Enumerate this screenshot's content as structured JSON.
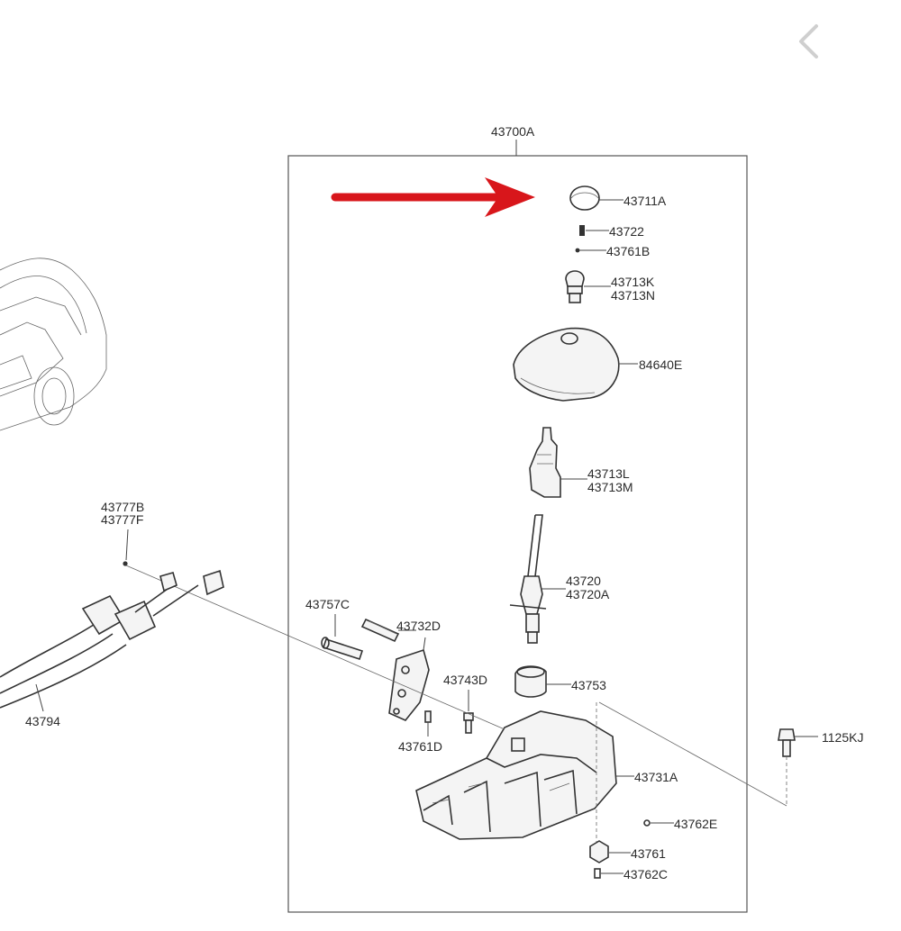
{
  "nav": {
    "back_icon": "chevron-left-icon",
    "back_color": "#cfcfcf"
  },
  "arrow_color": "#d8161b",
  "assembly_label": "43700A",
  "labels": {
    "p43711A": "43711A",
    "p43722": "43722",
    "p43761B": "43761B",
    "p43713K": "43713K",
    "p43713N": "43713N",
    "p84640E": "84640E",
    "p43713L": "43713L",
    "p43713M": "43713M",
    "p43720": "43720",
    "p43720A": "43720A",
    "p43757C": "43757C",
    "p43732D": "43732D",
    "p43743D": "43743D",
    "p43753": "43753",
    "p43761D": "43761D",
    "p1125KJ": "1125KJ",
    "p43731A": "43731A",
    "p43762E": "43762E",
    "p43761": "43761",
    "p43762C": "43762C",
    "p43777B": "43777B",
    "p43777F": "43777F",
    "p43794": "43794"
  }
}
